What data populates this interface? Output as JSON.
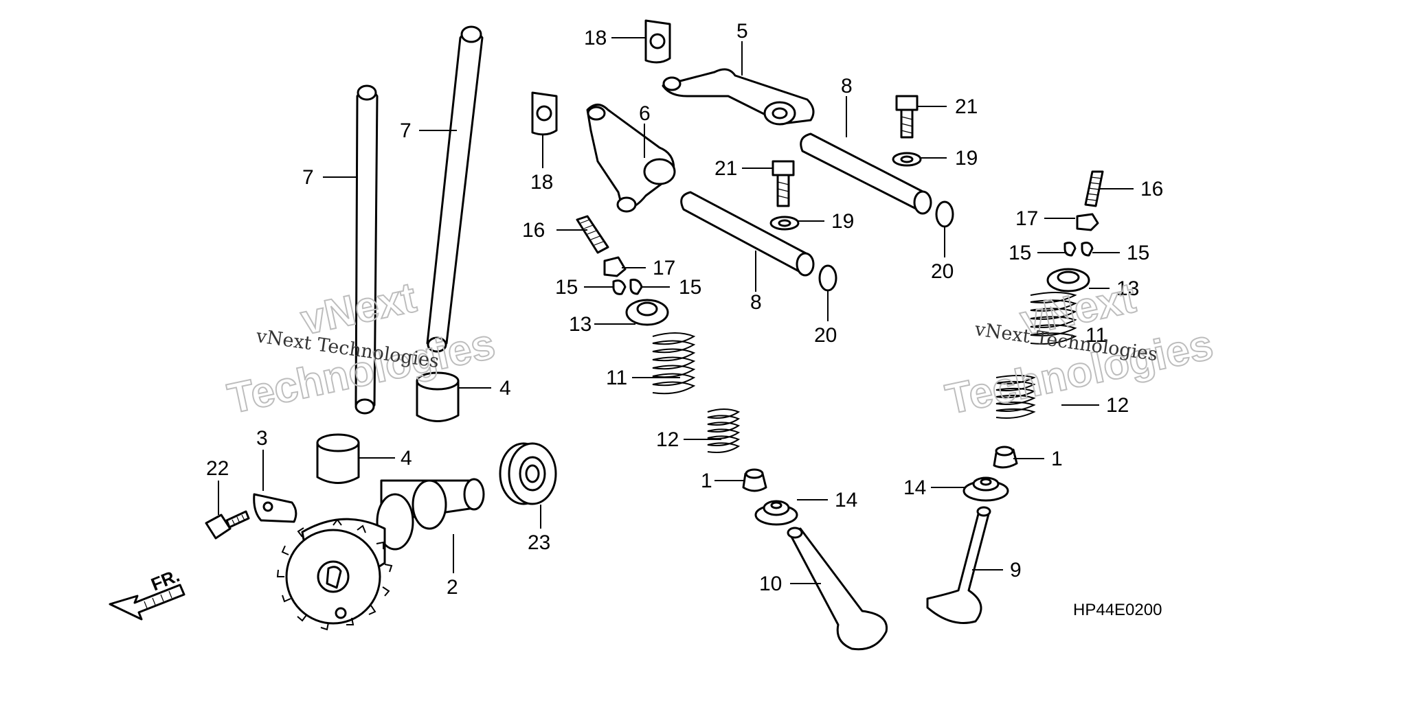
{
  "diagram_code": "HP44E0200",
  "front_marker": "FR.",
  "watermark_plain": "vNext Technologies",
  "watermark_outline_1": "vNext",
  "watermark_outline_2": "Technologies",
  "callouts": {
    "c1": "1",
    "c2": "2",
    "c3": "3",
    "c4": "4",
    "c5": "5",
    "c6": "6",
    "c7": "7",
    "c8": "8",
    "c9": "9",
    "c10": "10",
    "c11": "11",
    "c12": "12",
    "c13": "13",
    "c14": "14",
    "c15": "15",
    "c16": "16",
    "c17": "17",
    "c18": "18",
    "c19": "19",
    "c20": "20",
    "c21": "21",
    "c22": "22",
    "c23": "23"
  }
}
